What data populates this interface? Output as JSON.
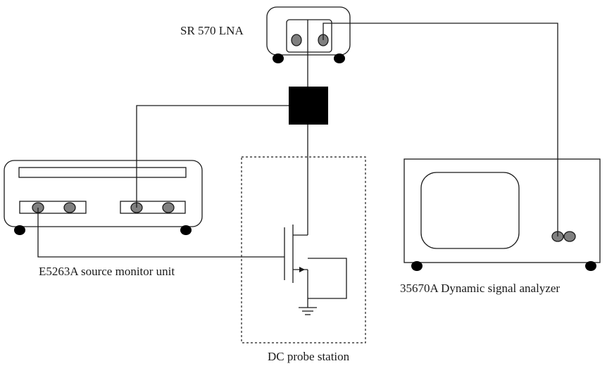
{
  "labels": {
    "lna": "SR 570 LNA",
    "smu": "E5263A source monitor unit",
    "analyzer": "35670A Dynamic signal analyzer",
    "probe_station": "DC probe station"
  },
  "colors": {
    "line": "#1a1a1a",
    "connector": "#808080",
    "bias_tee": "#000000"
  }
}
